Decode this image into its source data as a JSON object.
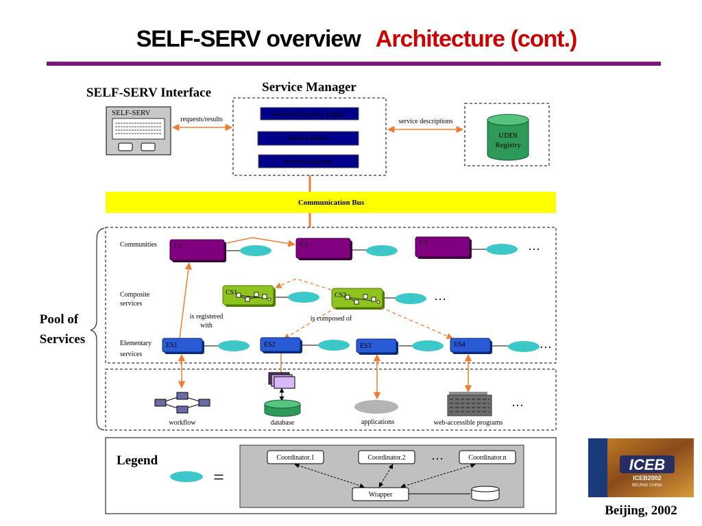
{
  "title": {
    "part1": "SELF-SERV overview",
    "part2": "Architecture (cont.)"
  },
  "colors": {
    "accent_red": "#cc0000",
    "rule": "#7a1a7a",
    "bus": "#ffff00",
    "arrow": "#ed7d31",
    "community": "#800080",
    "composite": "#8fc31f",
    "elementary": "#2a5bd7",
    "ellipse": "#3cc8c8"
  },
  "interface": {
    "heading": "SELF-SERV Interface",
    "window_label": "SELF-SERV",
    "link_label": "requests/results"
  },
  "manager": {
    "heading": "Service Manager",
    "modules": [
      "Service Discovery Engine",
      "Service  Editor",
      "Service Deployer"
    ],
    "link_label": "service descriptions"
  },
  "registry": {
    "line1": "UDDI",
    "line2": "Registry"
  },
  "bus": {
    "label": "Communication  Bus"
  },
  "pool": {
    "label_line1": "Pool of",
    "label_line2": "Services",
    "rows": {
      "communities": "Communities",
      "composite_line1": "Composite",
      "composite_line2": "services",
      "elementary_line1": "Elementary",
      "elementary_line2": "services"
    },
    "communities": [
      "C1",
      "C2",
      "C3"
    ],
    "composites": [
      "CS1",
      "CS2"
    ],
    "elementaries": [
      "ES1",
      "ES2",
      "ES3",
      "ES4"
    ],
    "ellipsis": "…",
    "registered_line1": "is registered",
    "registered_line2": "with",
    "composed_of": "is composed of",
    "resources": [
      "workflow",
      "database",
      "applications",
      "web-accessible programs"
    ]
  },
  "legend": {
    "heading": "Legend",
    "equals": "=",
    "coordinators": [
      "Coordinator.1",
      "Coordinator.2",
      "Coordinator.n"
    ],
    "wrapper": "Wrapper",
    "ellipsis": "…"
  },
  "badge": {
    "logo_text": "ICEB",
    "logo_line1": "ICEB2002",
    "logo_line2": "BEIJING CHINA",
    "caption": "Beijing, 2002"
  }
}
